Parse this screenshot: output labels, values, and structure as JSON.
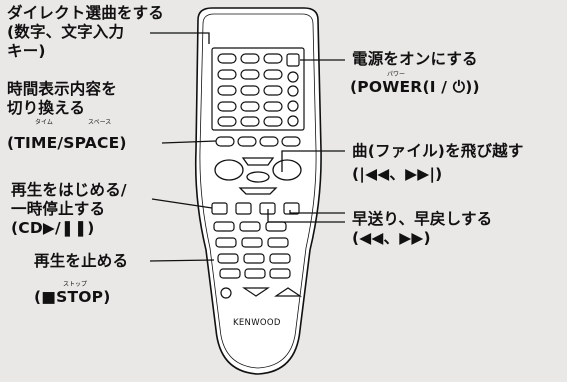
{
  "labels": {
    "direct": [
      "ダイレクト選曲をする",
      "(数字、文字入力",
      "キー)"
    ],
    "time_display": [
      "時間表示内容を",
      "切り換える"
    ],
    "time_key": "(TIME/SPACE)",
    "time_ruby": "タイム",
    "space_ruby": "スペース",
    "play": [
      "再生をはじめる/",
      "一時停止する",
      "(CD▶/❚❚)"
    ],
    "stop": [
      "再生を止める",
      "(■STOP)"
    ],
    "stop_ruby": "ストップ",
    "power": [
      "電源をオンにする",
      "(POWER(I / ⏻))"
    ],
    "power_ruby": "パワー",
    "skip": [
      "曲(ファイル)を飛び越す",
      "(|◀◀、▶▶|)"
    ],
    "search": [
      "早送り、早戻しする",
      "(◀◀、▶▶)"
    ]
  },
  "brand": "KENWOOD"
}
